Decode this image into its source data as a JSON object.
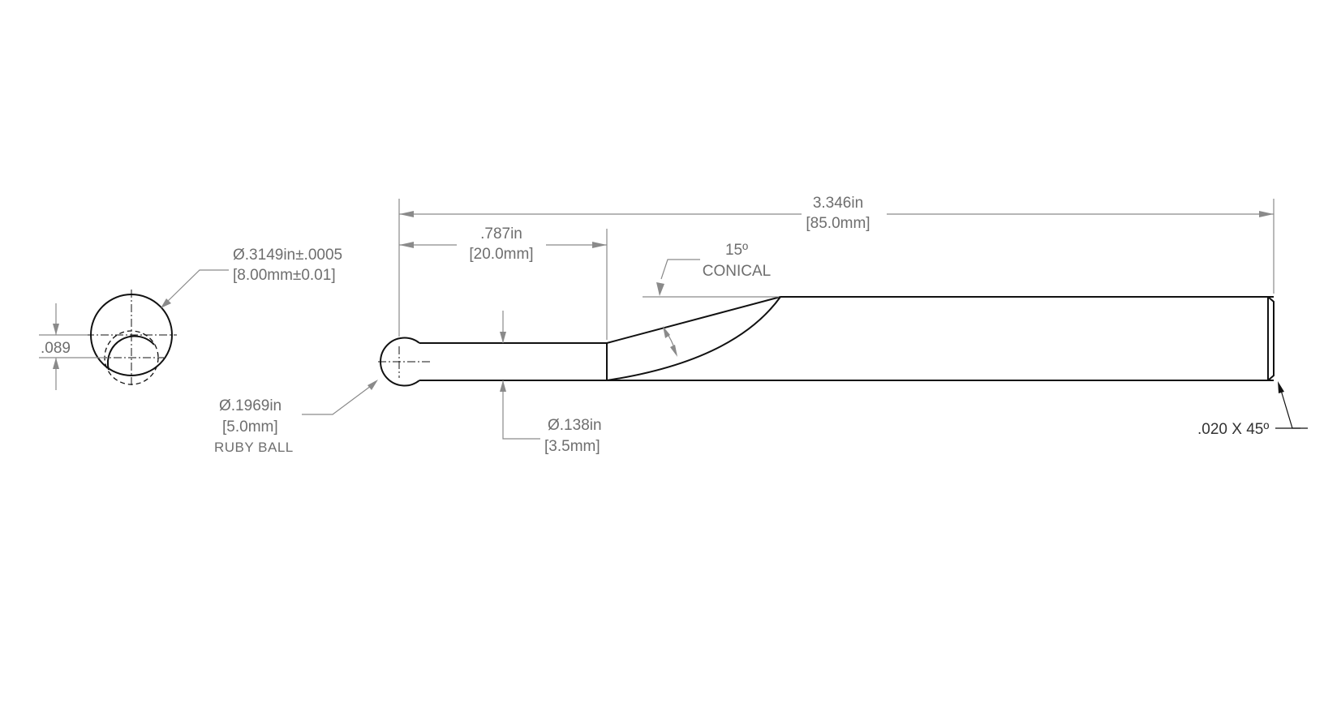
{
  "dimensions": {
    "overall_length_in": "3.346in",
    "overall_length_mm": "[85.0mm]",
    "stem_length_in": ".787in",
    "stem_length_mm": "[20.0mm]",
    "cone_angle": "15º",
    "cone_note": "CONICAL",
    "shank_diameter_in": "Ø.3149in±.0005",
    "shank_diameter_mm": "[8.00mm±0.01]",
    "offset": ".089",
    "ball_diameter_in": "Ø.1969in",
    "ball_diameter_mm": "[5.0mm]",
    "ball_material": "RUBY BALL",
    "stem_diameter_in": "Ø.138in",
    "stem_diameter_mm": "[3.5mm]",
    "chamfer": ".020 X 45º"
  },
  "colors": {
    "outline": "#111111",
    "dimension": "#8a8a8a",
    "text": "#6e6e6e",
    "background": "#ffffff"
  }
}
